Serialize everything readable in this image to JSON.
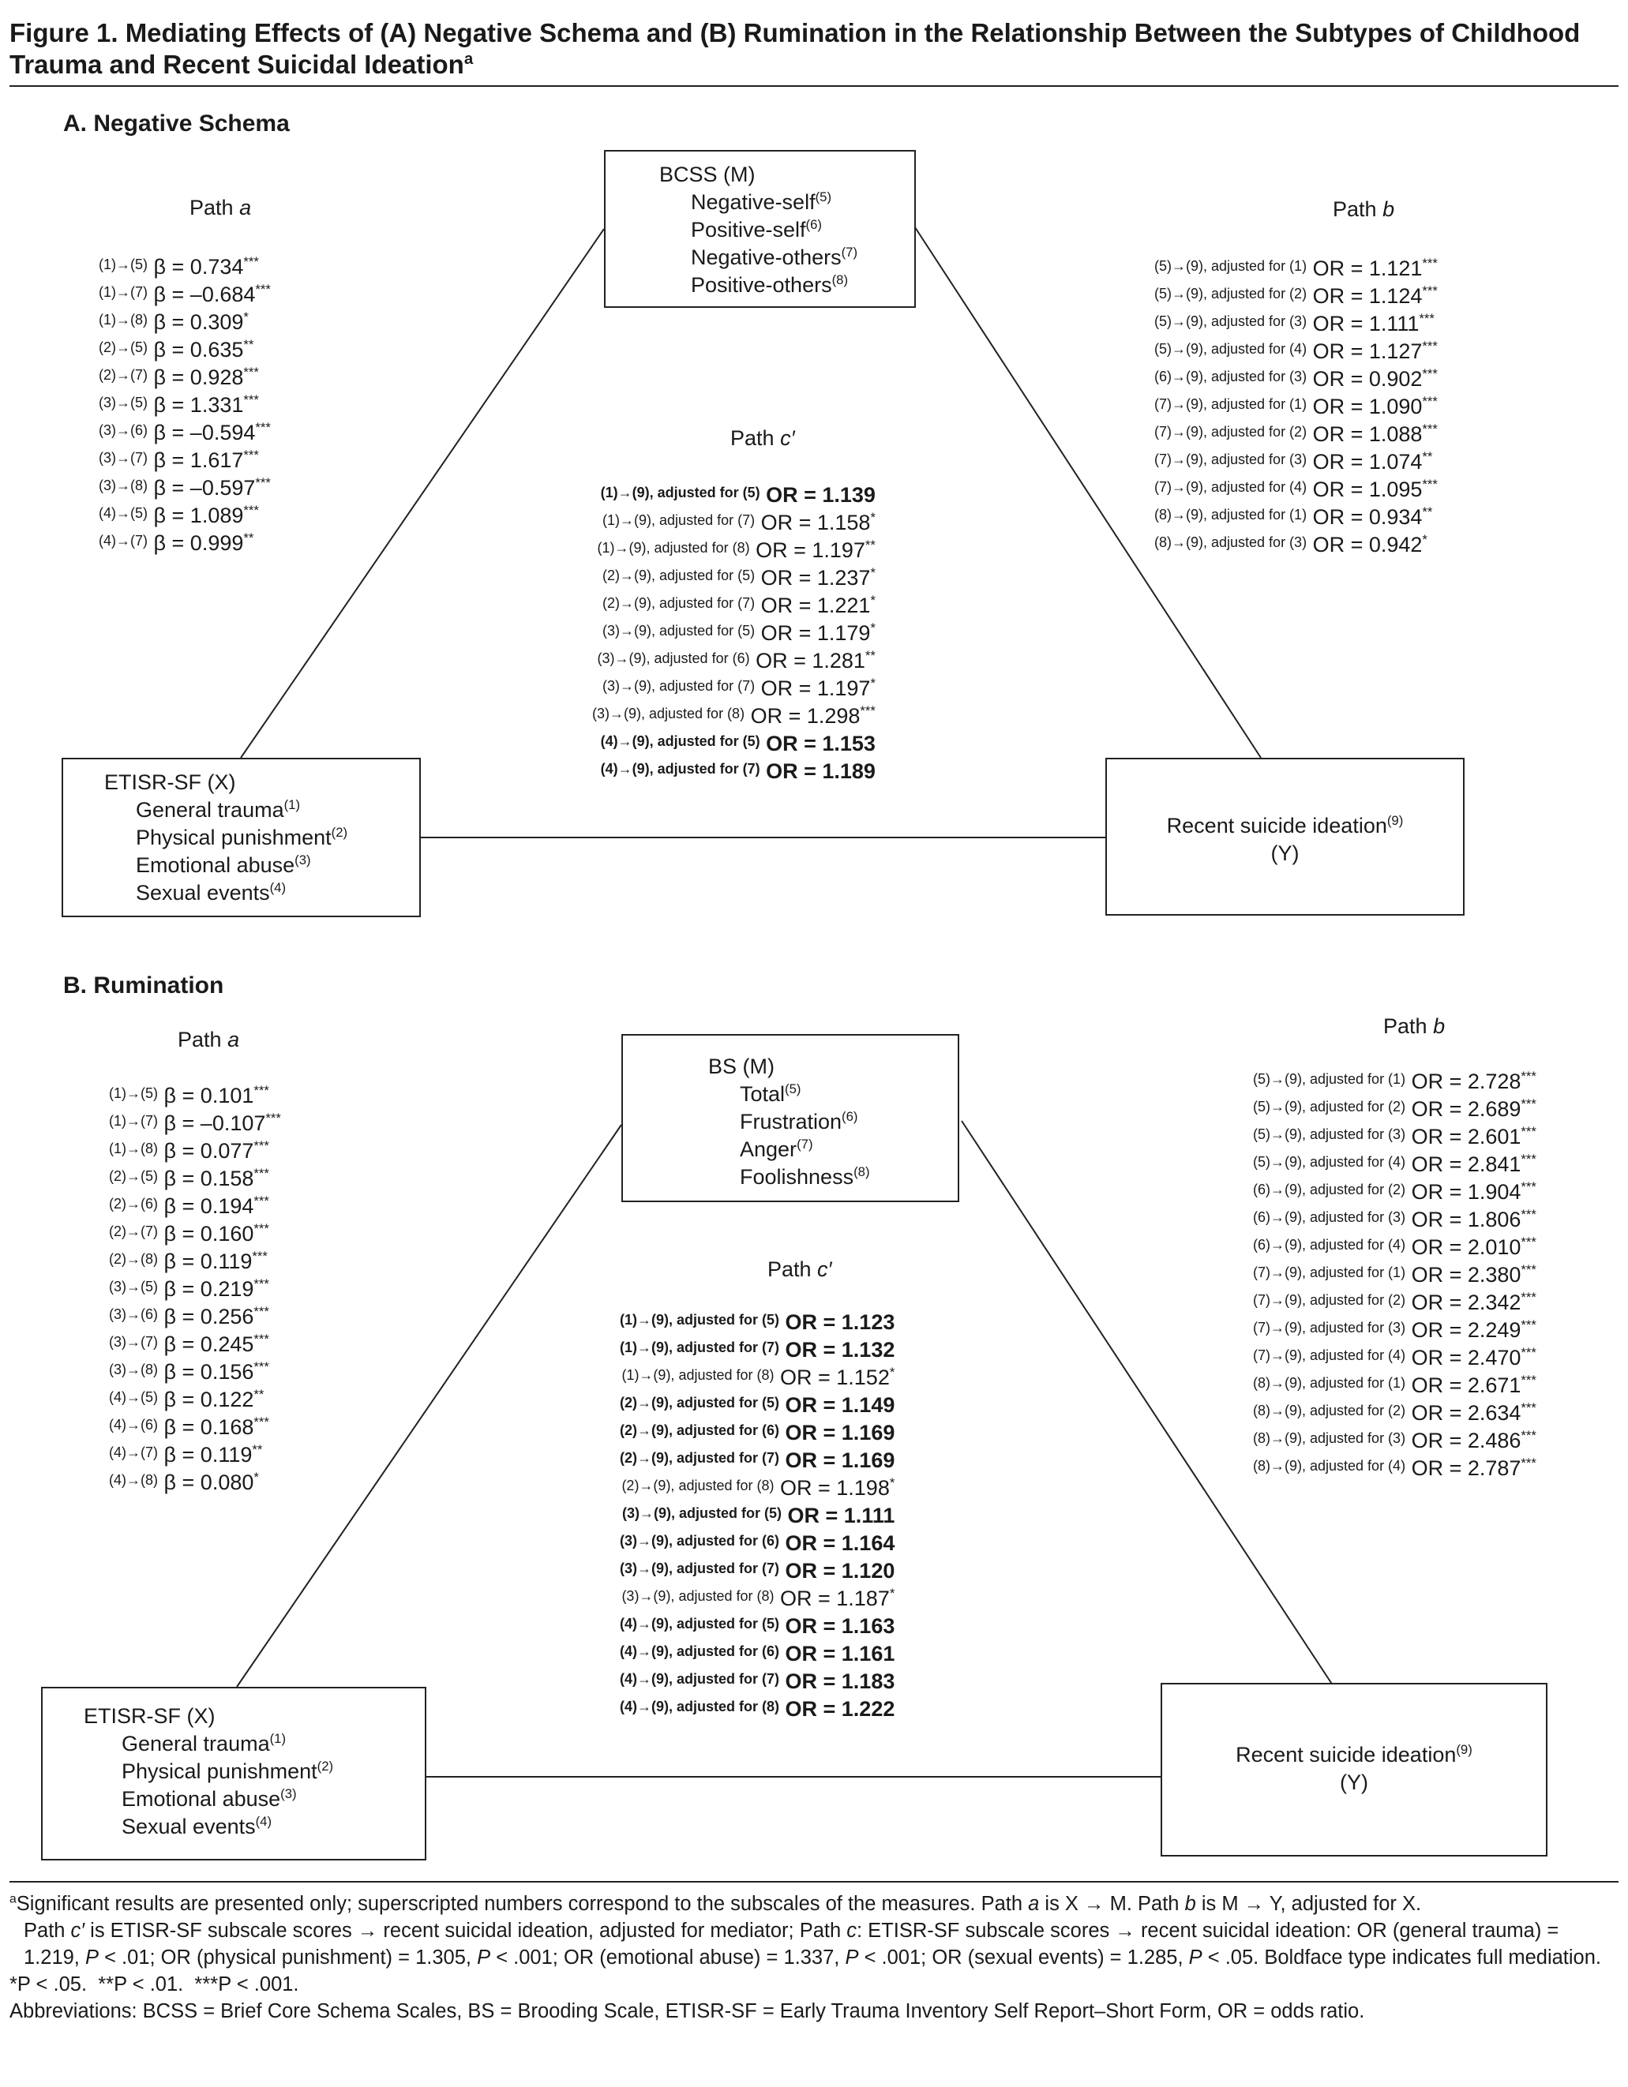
{
  "figure": {
    "title_line1": "Figure 1. Mediating Effects of (A) Negative Schema and (B) Rumination in the Relationship Between the Subtypes of Childhood",
    "title_line2": "Trauma and Recent Suicidal Ideation",
    "title_sup": "a"
  },
  "panel_a": {
    "title": "A. Negative Schema",
    "mediator": {
      "title": "BCSS (M)",
      "items": [
        {
          "label": "Negative-self",
          "sup": "(5)"
        },
        {
          "label": "Positive-self",
          "sup": "(6)"
        },
        {
          "label": "Negative-others",
          "sup": "(7)"
        },
        {
          "label": "Positive-others",
          "sup": "(8)"
        }
      ]
    },
    "x_box": {
      "title": "ETISR-SF (X)",
      "items": [
        {
          "label": "General trauma",
          "sup": "(1)"
        },
        {
          "label": "Physical punishment",
          "sup": "(2)"
        },
        {
          "label": "Emotional abuse",
          "sup": "(3)"
        },
        {
          "label": "Sexual events",
          "sup": "(4)"
        }
      ]
    },
    "y_box": {
      "label": "Recent suicide ideation",
      "sup": "(9)",
      "line2": "(Y)"
    },
    "path_a": {
      "title": "Path",
      "var": "a",
      "rows": [
        {
          "pre": "(1)→(5)",
          "val": "β = 0.734",
          "sig": "***"
        },
        {
          "pre": "(1)→(7)",
          "val": "β = –0.684",
          "sig": "***"
        },
        {
          "pre": "(1)→(8)",
          "val": "β = 0.309",
          "sig": "*"
        },
        {
          "pre": "(2)→(5)",
          "val": "β = 0.635",
          "sig": "**"
        },
        {
          "pre": "(2)→(7)",
          "val": "β = 0.928",
          "sig": "***"
        },
        {
          "pre": "(3)→(5)",
          "val": "β = 1.331",
          "sig": "***"
        },
        {
          "pre": "(3)→(6)",
          "val": "β = –0.594",
          "sig": "***"
        },
        {
          "pre": "(3)→(7)",
          "val": "β = 1.617",
          "sig": "***"
        },
        {
          "pre": "(3)→(8)",
          "val": "β = –0.597",
          "sig": "***"
        },
        {
          "pre": "(4)→(5)",
          "val": "β = 1.089",
          "sig": "***"
        },
        {
          "pre": "(4)→(7)",
          "val": "β = 0.999",
          "sig": "**"
        }
      ]
    },
    "path_b": {
      "title": "Path",
      "var": "b",
      "rows": [
        {
          "pre": "(5)→(9), adjusted for (1)",
          "val": "OR = 1.121",
          "sig": "***"
        },
        {
          "pre": "(5)→(9), adjusted for (2)",
          "val": "OR = 1.124",
          "sig": "***"
        },
        {
          "pre": "(5)→(9), adjusted for (3)",
          "val": "OR = 1.111",
          "sig": "***"
        },
        {
          "pre": "(5)→(9), adjusted for (4)",
          "val": "OR = 1.127",
          "sig": "***"
        },
        {
          "pre": "(6)→(9), adjusted for (3)",
          "val": "OR = 0.902",
          "sig": "***"
        },
        {
          "pre": "(7)→(9), adjusted for (1)",
          "val": "OR = 1.090",
          "sig": "***"
        },
        {
          "pre": "(7)→(9), adjusted for (2)",
          "val": "OR = 1.088",
          "sig": "***"
        },
        {
          "pre": "(7)→(9), adjusted for (3)",
          "val": "OR = 1.074",
          "sig": "**"
        },
        {
          "pre": "(7)→(9), adjusted for (4)",
          "val": "OR = 1.095",
          "sig": "***"
        },
        {
          "pre": "(8)→(9), adjusted for (1)",
          "val": "OR = 0.934",
          "sig": "**"
        },
        {
          "pre": "(8)→(9), adjusted for (3)",
          "val": "OR = 0.942",
          "sig": "*"
        }
      ]
    },
    "path_c": {
      "title": "Path",
      "var": "c′",
      "rows": [
        {
          "pre": "(1)→(9), adjusted for (5)",
          "val": "OR = 1.139",
          "sig": "",
          "bold": true
        },
        {
          "pre": "(1)→(9), adjusted for (7)",
          "val": "OR = 1.158",
          "sig": "*"
        },
        {
          "pre": "(1)→(9), adjusted for (8)",
          "val": "OR = 1.197",
          "sig": "**"
        },
        {
          "pre": "(2)→(9), adjusted for (5)",
          "val": "OR = 1.237",
          "sig": "*"
        },
        {
          "pre": "(2)→(9), adjusted for (7)",
          "val": "OR = 1.221",
          "sig": "*"
        },
        {
          "pre": "(3)→(9), adjusted for (5)",
          "val": "OR = 1.179",
          "sig": "*"
        },
        {
          "pre": "(3)→(9), adjusted for (6)",
          "val": "OR = 1.281",
          "sig": "**"
        },
        {
          "pre": "(3)→(9), adjusted for (7)",
          "val": "OR = 1.197",
          "sig": "*"
        },
        {
          "pre": "(3)→(9), adjusted for (8)",
          "val": "OR = 1.298",
          "sig": "***"
        },
        {
          "pre": "(4)→(9), adjusted for (5)",
          "val": "OR = 1.153",
          "sig": "",
          "bold": true
        },
        {
          "pre": "(4)→(9), adjusted for (7)",
          "val": "OR = 1.189",
          "sig": "",
          "bold": true
        }
      ]
    }
  },
  "panel_b": {
    "title": "B. Rumination",
    "mediator": {
      "title": "BS (M)",
      "items": [
        {
          "label": "Total",
          "sup": "(5)"
        },
        {
          "label": "Frustration",
          "sup": "(6)"
        },
        {
          "label": "Anger",
          "sup": "(7)"
        },
        {
          "label": "Foolishness",
          "sup": "(8)"
        }
      ]
    },
    "x_box": {
      "title": "ETISR-SF (X)",
      "items": [
        {
          "label": "General trauma",
          "sup": "(1)"
        },
        {
          "label": "Physical punishment",
          "sup": "(2)"
        },
        {
          "label": "Emotional abuse",
          "sup": "(3)"
        },
        {
          "label": "Sexual events",
          "sup": "(4)"
        }
      ]
    },
    "y_box": {
      "label": "Recent suicide ideation",
      "sup": "(9)",
      "line2": "(Y)"
    },
    "path_a": {
      "title": "Path",
      "var": "a",
      "rows": [
        {
          "pre": "(1)→(5)",
          "val": "β = 0.101",
          "sig": "***"
        },
        {
          "pre": "(1)→(7)",
          "val": "β = –0.107",
          "sig": "***"
        },
        {
          "pre": "(1)→(8)",
          "val": "β = 0.077",
          "sig": "***"
        },
        {
          "pre": "(2)→(5)",
          "val": "β = 0.158",
          "sig": "***"
        },
        {
          "pre": "(2)→(6)",
          "val": "β = 0.194",
          "sig": "***"
        },
        {
          "pre": "(2)→(7)",
          "val": "β = 0.160",
          "sig": "***"
        },
        {
          "pre": "(2)→(8)",
          "val": "β = 0.119",
          "sig": "***"
        },
        {
          "pre": "(3)→(5)",
          "val": "β = 0.219",
          "sig": "***"
        },
        {
          "pre": "(3)→(6)",
          "val": "β = 0.256",
          "sig": "***"
        },
        {
          "pre": "(3)→(7)",
          "val": "β = 0.245",
          "sig": "***"
        },
        {
          "pre": "(3)→(8)",
          "val": "β = 0.156",
          "sig": "***"
        },
        {
          "pre": "(4)→(5)",
          "val": "β = 0.122",
          "sig": "**"
        },
        {
          "pre": "(4)→(6)",
          "val": "β = 0.168",
          "sig": "***"
        },
        {
          "pre": "(4)→(7)",
          "val": "β = 0.119",
          "sig": "**"
        },
        {
          "pre": "(4)→(8)",
          "val": "β = 0.080",
          "sig": "*"
        }
      ]
    },
    "path_b": {
      "title": "Path",
      "var": "b",
      "rows": [
        {
          "pre": "(5)→(9), adjusted for (1)",
          "val": "OR = 2.728",
          "sig": "***"
        },
        {
          "pre": "(5)→(9), adjusted for (2)",
          "val": "OR = 2.689",
          "sig": "***"
        },
        {
          "pre": "(5)→(9), adjusted for (3)",
          "val": "OR = 2.601",
          "sig": "***"
        },
        {
          "pre": "(5)→(9), adjusted for (4)",
          "val": "OR = 2.841",
          "sig": "***"
        },
        {
          "pre": "(6)→(9), adjusted for (2)",
          "val": "OR = 1.904",
          "sig": "***"
        },
        {
          "pre": "(6)→(9), adjusted for (3)",
          "val": "OR = 1.806",
          "sig": "***"
        },
        {
          "pre": "(6)→(9), adjusted for (4)",
          "val": "OR = 2.010",
          "sig": "***"
        },
        {
          "pre": "(7)→(9), adjusted for (1)",
          "val": "OR = 2.380",
          "sig": "***"
        },
        {
          "pre": "(7)→(9), adjusted for (2)",
          "val": "OR = 2.342",
          "sig": "***"
        },
        {
          "pre": "(7)→(9), adjusted for (3)",
          "val": "OR = 2.249",
          "sig": "***"
        },
        {
          "pre": "(7)→(9), adjusted for (4)",
          "val": "OR = 2.470",
          "sig": "***"
        },
        {
          "pre": "(8)→(9), adjusted for (1)",
          "val": "OR = 2.671",
          "sig": "***"
        },
        {
          "pre": "(8)→(9), adjusted for (2)",
          "val": "OR = 2.634",
          "sig": "***"
        },
        {
          "pre": "(8)→(9), adjusted for (3)",
          "val": "OR = 2.486",
          "sig": "***"
        },
        {
          "pre": "(8)→(9), adjusted for (4)",
          "val": "OR = 2.787",
          "sig": "***"
        }
      ]
    },
    "path_c": {
      "title": "Path ",
      "var": "c′",
      "rows": [
        {
          "pre": "(1)→(9), adjusted for (5)",
          "val": "OR = 1.123",
          "sig": "",
          "bold": true
        },
        {
          "pre": "(1)→(9), adjusted for (7)",
          "val": "OR = 1.132",
          "sig": "",
          "bold": true
        },
        {
          "pre": "(1)→(9), adjusted for (8)",
          "val": "OR = 1.152",
          "sig": "*"
        },
        {
          "pre": "(2)→(9), adjusted for (5)",
          "val": "OR = 1.149",
          "sig": "",
          "bold": true
        },
        {
          "pre": "(2)→(9), adjusted for (6)",
          "val": "OR = 1.169",
          "sig": "",
          "bold": true
        },
        {
          "pre": "(2)→(9), adjusted for (7)",
          "val": "OR = 1.169",
          "sig": "",
          "bold": true
        },
        {
          "pre": "(2)→(9), adjusted for (8)",
          "val": "OR = 1.198",
          "sig": "*"
        },
        {
          "pre": "(3)→(9), adjusted for (5)",
          "val": "OR = 1.111",
          "sig": "",
          "bold": true
        },
        {
          "pre": "(3)→(9), adjusted for (6)",
          "val": "OR = 1.164",
          "sig": "",
          "bold": true
        },
        {
          "pre": "(3)→(9), adjusted for (7)",
          "val": "OR = 1.120",
          "sig": "",
          "bold": true
        },
        {
          "pre": "(3)→(9), adjusted for (8)",
          "val": "OR = 1.187",
          "sig": "*"
        },
        {
          "pre": "(4)→(9), adjusted for (5)",
          "val": "OR = 1.163",
          "sig": "",
          "bold": true
        },
        {
          "pre": "(4)→(9), adjusted for (6)",
          "val": "OR = 1.161",
          "sig": "",
          "bold": true
        },
        {
          "pre": "(4)→(9), adjusted for (7)",
          "val": "OR = 1.183",
          "sig": "",
          "bold": true
        },
        {
          "pre": "(4)→(9), adjusted for (8)",
          "val": "OR = 1.222",
          "sig": "",
          "bold": true
        }
      ]
    }
  },
  "footnotes": {
    "note_a_sup": "a",
    "note_a_1": "Significant results are presented only; superscripted numbers correspond to the subscales of the measures. Path ",
    "note_a_2": "a",
    "note_a_3": " is X → M. Path ",
    "note_a_4": "b",
    "note_a_5": " is M → Y, adjusted for X.",
    "note_a_6": "Path ",
    "note_a_7": "c′",
    "note_a_8": " is ETISR-SF subscale scores → recent suicidal ideation, adjusted for mediator; Path ",
    "note_a_9": "c",
    "note_a_10": ": ETISR-SF subscale scores → recent suicidal ideation: OR (general trauma) = 1.219, ",
    "note_a_11": "P",
    "note_a_12": " < .01; OR (physical punishment) = 1.305, ",
    "note_a_13": "P",
    "note_a_14": " < .001; OR (emotional abuse) = 1.337, ",
    "note_a_15": "P",
    "note_a_16": " < .001; OR (sexual events) = 1.285, ",
    "note_a_17": "P",
    "note_a_18": " < .05. Boldface type indicates full mediation.",
    "sig_1": "*P < .05.",
    "sig_2": "**P < .01.",
    "sig_3": "***P < .001.",
    "abbrev": "Abbreviations: BCSS = Brief Core Schema Scales, BS = Brooding Scale, ETISR-SF = Early Trauma Inventory Self Report–Short Form, OR = odds ratio."
  }
}
